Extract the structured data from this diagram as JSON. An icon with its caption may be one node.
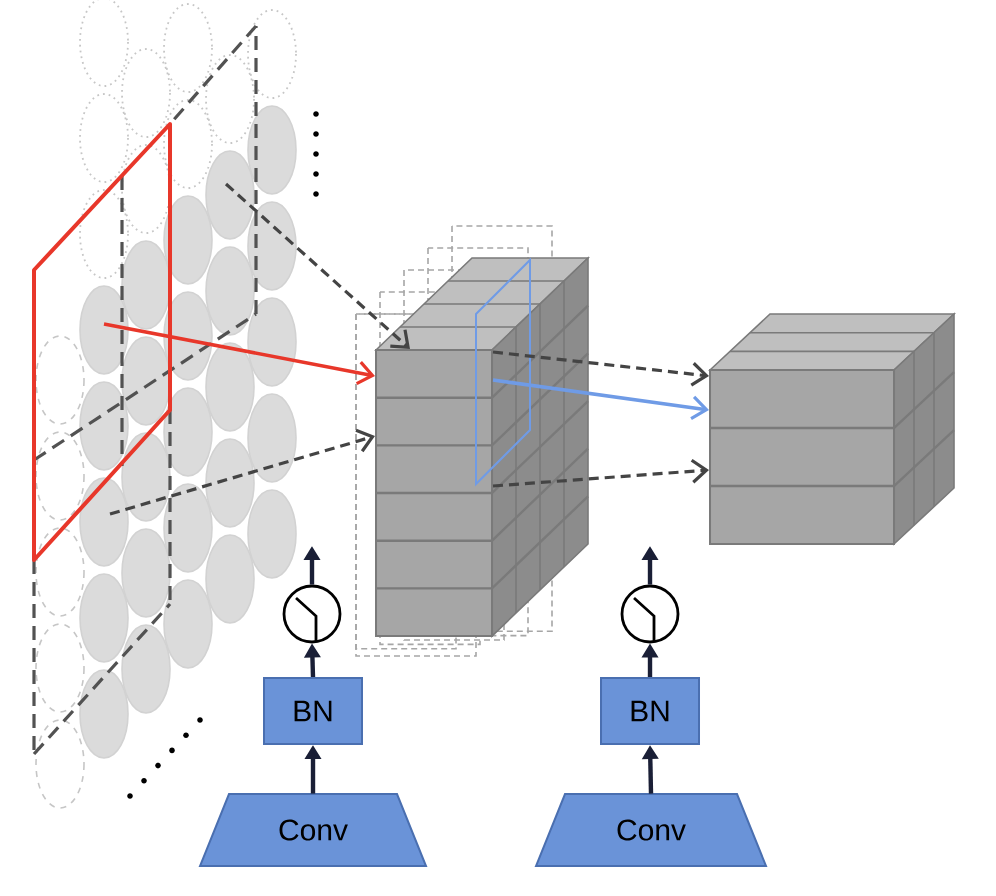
{
  "diagram": {
    "nodes": [
      {
        "text": [],
        "shape": "box"
      },
      {
        "text": [],
        "shape": "box"
      },
      {
        "text": [],
        "shape": "circle"
      },
      {
        "text": [
          "BN"
        ]
      },
      {
        "text": [
          "Conv"
        ]
      },
      {
        "text": [],
        "shape": "circle"
      },
      {
        "text": [
          "BN"
        ]
      },
      {
        "text": [
          "Conv"
        ]
      }
    ],
    "edges": [
      {
        "from": null,
        "to": 0,
        "arrow": "to",
        "color": "#e8372a"
      },
      {
        "from": null,
        "to": 0,
        "arrow": "to",
        "style": "dashed",
        "color": "#444444"
      },
      {
        "from": null,
        "to": 0,
        "arrow": "to",
        "style": "dashed",
        "color": "#444444"
      },
      {
        "from": 0,
        "to": 1,
        "arrow": "to",
        "color": "#6f9be6"
      },
      {
        "from": 0,
        "to": 1,
        "arrow": "to",
        "style": "dashed",
        "color": "#444444"
      },
      {
        "from": 0,
        "to": 1,
        "arrow": "to",
        "style": "dashed",
        "color": "#444444"
      },
      {
        "from": 4,
        "to": 3,
        "arrow": "to"
      },
      {
        "from": 3,
        "to": 2,
        "arrow": "to"
      },
      {
        "from": 2,
        "to": null,
        "arrow": "to"
      },
      {
        "from": 7,
        "to": 6,
        "arrow": "to"
      },
      {
        "from": 6,
        "to": 5,
        "arrow": "to"
      },
      {
        "from": 5,
        "to": null,
        "arrow": "to"
      }
    ]
  }
}
